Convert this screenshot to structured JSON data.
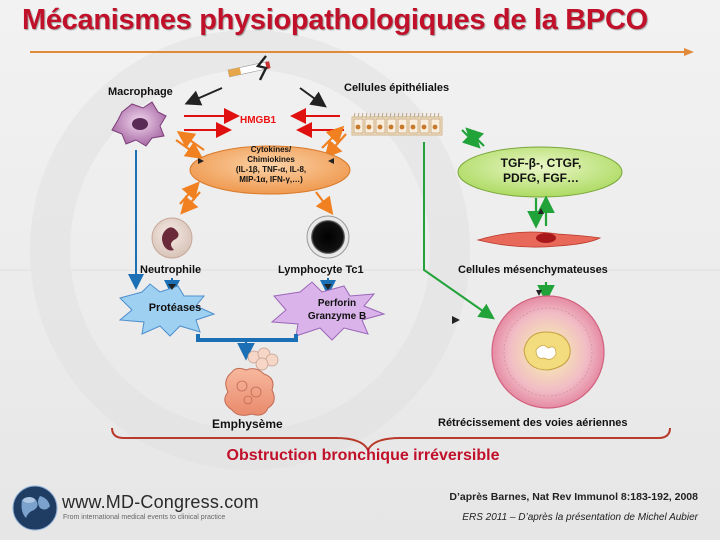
{
  "title": "Mécanismes physiopathologiques de la BPCO",
  "cells": {
    "macrophage": "Macrophage",
    "epithelial": "Cellules épithéliales",
    "neutrophil": "Neutrophile",
    "lymphocyte": "Lymphocyte  Tc1",
    "mesenchymal": "Cellules mésenchymateuses"
  },
  "mediators": {
    "hmgb1": "HMGB1",
    "cytokines_lines": [
      "Cytokines/",
      "Chimiokines",
      "(IL-1β, TNF-α, IL-8,",
      "MIP-1α, IFN-γ,…)"
    ],
    "growth_factors_lines": [
      "TGF-β-, CTGF,",
      "PDFG, FGF…"
    ],
    "proteases": "Protéases",
    "perforin_lines": [
      "Perforin",
      "Granzyme B"
    ]
  },
  "outcomes": {
    "emphysema": "Emphysème",
    "airway_narrowing": "Rétrécissement des voies aériennes",
    "obstruction": "Obstruction bronchique irréversible"
  },
  "footer": {
    "logo": "www.MD-Congress.com",
    "tagline": "From international medical events to clinical practice",
    "reference": "D’après Barnes, Nat Rev Immunol 8:183-192, 2008",
    "source": "ERS 2011 – D’après la présentation de Michel Aubier"
  },
  "colors": {
    "title": "#c0102a",
    "orange_arrows": "#f08020",
    "red_arrows": "#e01010",
    "green_arrows": "#22a33a",
    "blue_arrows": "#1a6fb5",
    "cytokine_oval": "#f2a05a",
    "growth_factor_oval": "#b8e070"
  }
}
